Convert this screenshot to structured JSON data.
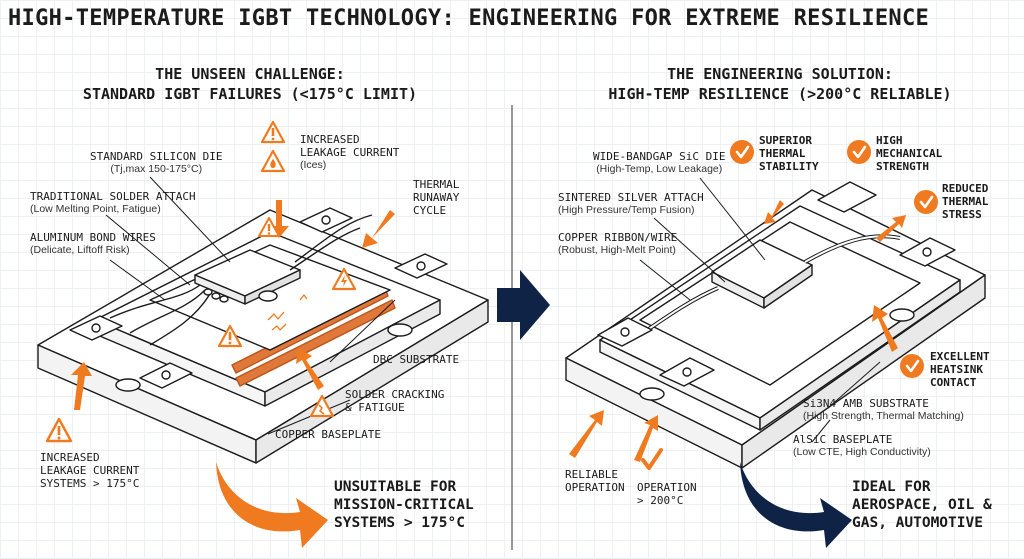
{
  "title": "HIGH-TEMPERATURE IGBT TECHNOLOGY: ENGINEERING FOR EXTREME RESILIENCE",
  "left": {
    "heading_line1": "THE UNSEEN CHALLENGE:",
    "heading_line2": "STANDARD IGBT FAILURES (<175°C LIMIT)",
    "labels": {
      "die_title": "STANDARD SILICON DIE",
      "die_sub": "(Tj,max 150-175°C)",
      "solder_title": "TRADITIONAL SOLDER ATTACH",
      "solder_sub": "(Low Melting Point, Fatigue)",
      "wires_title": "ALUMINUM BOND WIRES",
      "wires_sub": "(Delicate, Liftoff Risk)",
      "leak_title_1": "INCREASED",
      "leak_title_2": "LEAKAGE CURRENT",
      "leak_sub": "(Ices)",
      "runaway_1": "THERMAL",
      "runaway_2": "RUNAWAY",
      "runaway_3": "CYCLE",
      "dbc": "DBC SUBSTRATE",
      "cracking_1": "SOLDER CRACKING",
      "cracking_2": "& FATIGUE",
      "baseplate": "COPPER BASEPLATE",
      "leak2_1": "INCREASED",
      "leak2_2": "LEAKAGE CURRENT",
      "leak2_3": "SYSTEMS > 175°C"
    },
    "conclusion_1": "UNSUITABLE FOR",
    "conclusion_2": "MISSION-CRITICAL",
    "conclusion_3": "SYSTEMS > 175°C"
  },
  "right": {
    "heading_line1": "THE ENGINEERING SOLUTION:",
    "heading_line2": "HIGH-TEMP RESILIENCE (>200°C RELIABLE)",
    "labels": {
      "die_title": "WIDE-BANDGAP SiC DIE",
      "die_sub": "(High-Temp, Low Leakage)",
      "sinter_title": "SINTERED SILVER ATTACH",
      "sinter_sub": "(High Pressure/Temp Fusion)",
      "ribbon_title": "COPPER RIBBON/WIRE",
      "ribbon_sub": "(Robust, High-Melt Point)",
      "superior_1": "SUPERIOR",
      "superior_2": "THERMAL",
      "superior_3": "STABILITY",
      "mech_1": "HIGH",
      "mech_2": "MECHANICAL",
      "mech_3": "STRENGTH",
      "stress_1": "REDUCED",
      "stress_2": "THERMAL",
      "stress_3": "STRESS",
      "heatsink_1": "EXCELLENT",
      "heatsink_2": "HEATSINK",
      "heatsink_3": "CONTACT",
      "amb_title": "Si3N4 AMB SUBSTRATE",
      "amb_sub": "(High Strength, Thermal Matching)",
      "alsic_title": "AlSiC BASEPLATE",
      "alsic_sub": "(Low CTE, High Conductivity)",
      "reliable_1": "RELIABLE",
      "reliable_2": "OPERATION",
      "op_1": "OPERATION",
      "op_2": "> 200°C"
    },
    "conclusion_1": "IDEAL FOR",
    "conclusion_2": "AEROSPACE, OIL &",
    "conclusion_3": "GAS, AUTOMOTIVE"
  },
  "colors": {
    "orange": "#f07a1f",
    "navy": "#0f2346",
    "ink": "#1b1b1b",
    "copper": "#e0783a"
  },
  "icons": [
    "warning-icon",
    "flame-icon",
    "check-circle-icon",
    "arrow-right-icon"
  ]
}
